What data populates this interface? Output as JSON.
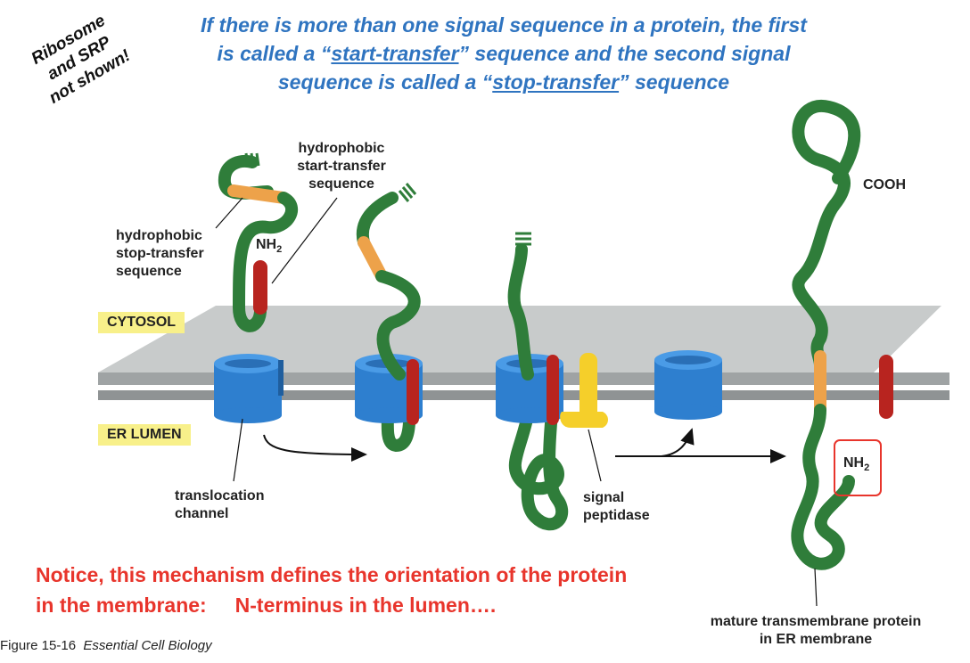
{
  "headline": {
    "line1": "If there is more than one signal sequence in a protein, the first",
    "line2_before": "is called a “",
    "line2_term": "start-transfer",
    "line2_after": "” sequence and the second signal",
    "line3_before": "sequence is called a “",
    "line3_term": "stop-transfer",
    "line3_after": "” sequence"
  },
  "side_note": {
    "line1": "Ribosome",
    "line2": "and SRP",
    "line3": "not shown!"
  },
  "labels": {
    "start_transfer": [
      "hydrophobic",
      "start-transfer",
      "sequence"
    ],
    "stop_transfer": [
      "hydrophobic",
      "stop-transfer",
      "sequence"
    ],
    "nh2": "NH",
    "nh2_sub": "2",
    "cooh": "COOH",
    "translocation_channel": [
      "translocation",
      "channel"
    ],
    "signal_peptidase": [
      "signal",
      "peptidase"
    ],
    "mature_protein": [
      "mature transmembrane protein",
      "in ER membrane"
    ]
  },
  "compartments": {
    "cytosol": "CYTOSOL",
    "er_lumen": "ER LUMEN"
  },
  "notice": {
    "line1": "Notice, this mechanism defines the orientation of the protein",
    "line2": "in the membrane:     N-terminus in the lumen…."
  },
  "caption": {
    "figure": "Figure 15-16",
    "source": "Essential Cell Biology"
  },
  "colors": {
    "protein_green": "#2f7d3a",
    "stop_transfer_orange": "#eda24a",
    "start_transfer_red": "#b8241f",
    "channel_blue": "#2f86d6",
    "peptidase_yellow": "#f5cf2a",
    "membrane_gray": "#c9cbcb",
    "headline_blue": "#2f74c0",
    "notice_red": "#e8352c",
    "compartment_tag": "#f8f08a"
  }
}
